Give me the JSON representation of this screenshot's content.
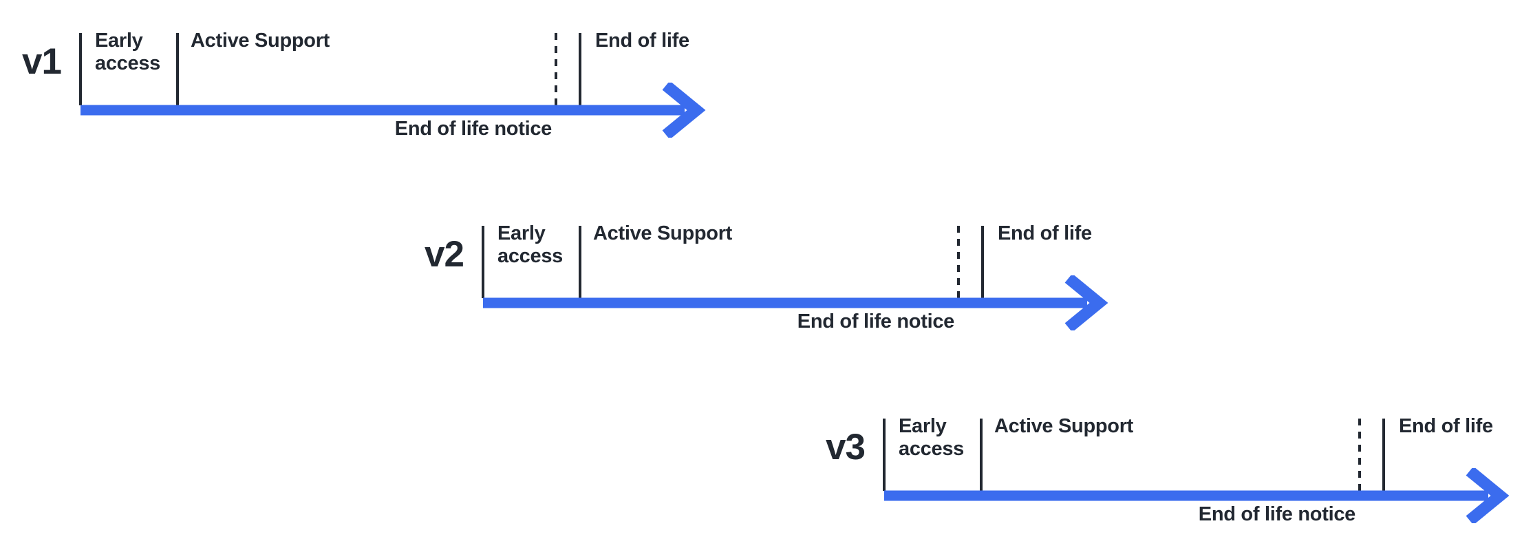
{
  "colors": {
    "arrow": "#3B6CEE",
    "ink": "#222831",
    "background": "#FFFFFF"
  },
  "timelines": [
    {
      "version": "v1",
      "labels": {
        "early_access": "Early access",
        "active_support": "Active Support",
        "end_of_life": "End of life",
        "end_of_life_notice": "End of life notice"
      }
    },
    {
      "version": "v2",
      "labels": {
        "early_access": "Early access",
        "active_support": "Active Support",
        "end_of_life": "End of life",
        "end_of_life_notice": "End of life notice"
      }
    },
    {
      "version": "v3",
      "labels": {
        "early_access": "Early access",
        "active_support": "Active Support",
        "end_of_life": "End of life",
        "end_of_life_notice": "End of life notice"
      }
    }
  ]
}
